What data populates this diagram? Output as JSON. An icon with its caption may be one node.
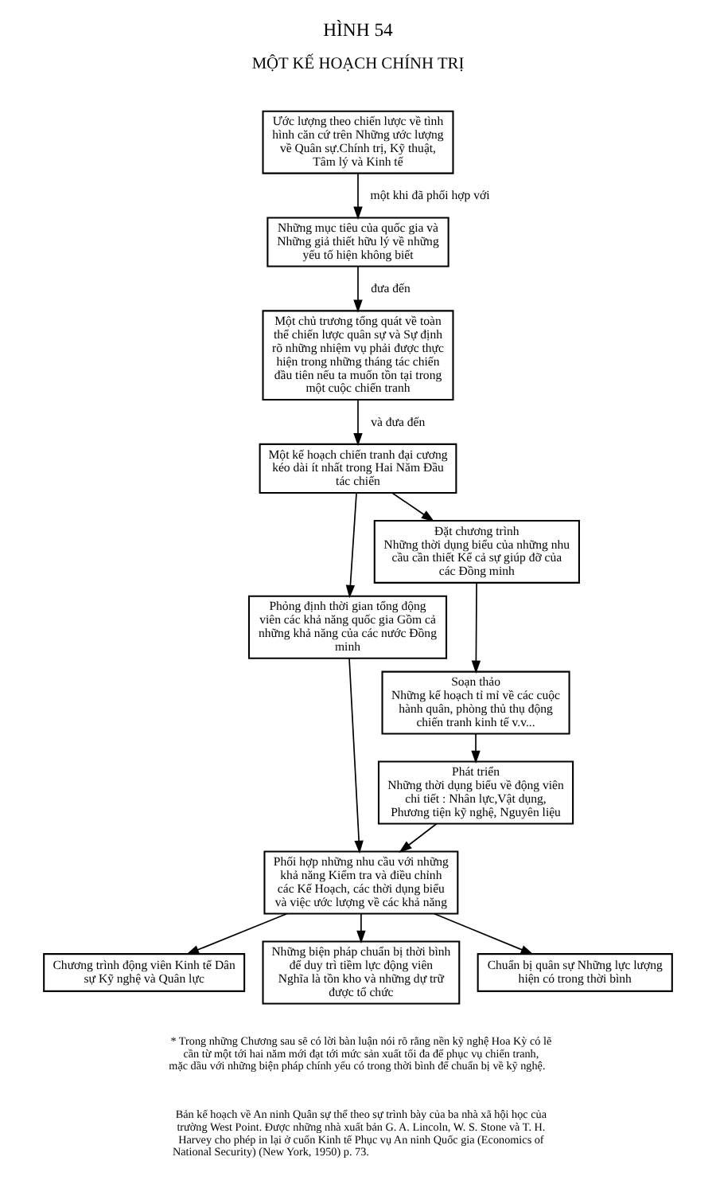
{
  "diagram": {
    "title": "HÌNH 54",
    "nodes": [
      {
        "text": [
          "Ước lượng theo chiến lược về tình hình căn cứ trên Những ước lượng về Quân sự.Chính trị, Kỹ thuật, Tâm lý và Kinh tế"
        ]
      },
      {
        "text": [
          "Những mục tiêu của quốc gia và Những giả thiết hữu lý về những yếu tố hiện không biết"
        ]
      },
      {
        "text": [
          "Một chủ trương tổng quát về toàn thể chiến lược quân sự và Sự định rõ những nhiệm vụ phải được thực hiện trong những tháng tác chiến đầu tiên nếu ta muốn tồn tại trong một cuộc chiến tranh"
        ]
      },
      {
        "text": [
          "Một kế hoạch chiến tranh đại cương kéo dài ít nhất trong Hai Năm Đầu tác chiến"
        ]
      },
      {
        "text": [
          "Phỏng định thời gian tổng động viên các khả năng quốc gia Gồm cả những khả năng của các nước Đồng minh"
        ]
      },
      {
        "text": [
          "Đặt chương trình",
          "Những thời dụng biểu của những nhu cầu cần thiết Kể cả sự giúp đỡ của các Đồng minh"
        ]
      },
      {
        "text": [
          "Soạn thảo",
          "Những kế hoạch tỉ mỉ về các cuộc hành quân, phòng thủ thụ động chiến tranh kinh tế v.v..."
        ]
      },
      {
        "text": [
          "Phát triển",
          "Những thời dụng biểu về động viên chi tiết : Nhân lực,Vật dụng, Phương tiện kỹ nghệ, Nguyên liệu"
        ]
      },
      {
        "text": [
          "Phối hợp những nhu cầu với những khả năng Kiểm tra và điều chỉnh các Kế Hoạch, các thời dụng biểu và việc ước lượng về các khả năng"
        ]
      },
      {
        "text": [
          "Chương trình động viên Kinh tế Dân sự Kỹ nghệ và Quân lực"
        ]
      },
      {
        "text": [
          "Những biện pháp chuẩn bị thời bình để duy trì tiềm lực động viên Nghĩa là tồn kho và những dự trữ được tổ chức"
        ]
      },
      {
        "text": [
          "Chuẩn bị quân sự Những lực lượng hiện có trong thời bình"
        ]
      }
    ],
    "edges": [
      {
        "from": 0,
        "to": 1,
        "arrow": "to",
        "label": "một khi đã phối hợp với"
      },
      {
        "from": 1,
        "to": 2,
        "arrow": "to",
        "label": "đưa đến"
      },
      {
        "from": 2,
        "to": 3,
        "arrow": "to",
        "label": "và đưa đến"
      },
      {
        "from": 3,
        "to": 4,
        "arrow": "to"
      },
      {
        "from": 3,
        "to": 5,
        "arrow": "to"
      },
      {
        "from": 5,
        "to": 6,
        "arrow": "to"
      },
      {
        "from": 6,
        "to": 7,
        "arrow": "to"
      },
      {
        "from": 4,
        "to": 8,
        "arrow": "to"
      },
      {
        "from": 7,
        "to": 8,
        "arrow": "to"
      },
      {
        "from": 8,
        "to": 9,
        "arrow": "to"
      },
      {
        "from": 8,
        "to": 10,
        "arrow": "to"
      },
      {
        "from": 8,
        "to": 11,
        "arrow": "to"
      }
    ],
    "labels": [
      "MỘT KẾ HOẠCH CHÍNH TRỊ",
      "* Trong những Chương sau sẽ có lời bàn luận nói rõ rằng nền kỹ nghệ Hoa Kỳ có lẽ cần từ một tới hai năm mới đạt tới mức sản xuất tối đa để phục vụ chiến tranh, mặc dầu với những biện pháp chính yếu có trong thời bình để chuẩn bị về kỹ nghệ.",
      "Bản kế hoạch về An ninh Quân sự thể theo sự trình bày của ba nhà xã hội học của trường West Point. Được những nhà xuất bản G. A. Lincoln, W. S. Stone và T. H. Harvey cho phép in lại ở cuốn Kinh tế Phục vụ An ninh Quốc gia (Economics of National Security) (New York, 1950) p. 73."
    ]
  }
}
